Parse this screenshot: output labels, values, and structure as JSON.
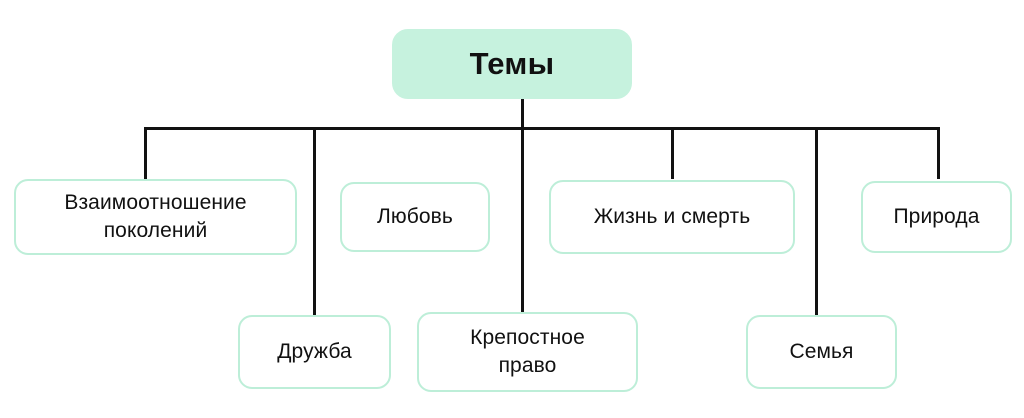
{
  "diagram": {
    "type": "hierarchy-tree",
    "title": "Темы",
    "background_color": "#ffffff",
    "root": {
      "label": "Темы",
      "fill_color": "#c6f2de",
      "text_color": "#111111"
    },
    "node_style": {
      "fill_color": "#ffffff",
      "border_color": "#bdeed8",
      "text_color": "#111111"
    },
    "connector_color": "#111111",
    "children": [
      {
        "label": "Взаимоотношение поколений",
        "row": 1
      },
      {
        "label": "Дружба",
        "row": 2
      },
      {
        "label": "Любовь",
        "row": 1
      },
      {
        "label": "Крепостное право",
        "row": 2
      },
      {
        "label": "Жизнь и смерть",
        "row": 1
      },
      {
        "label": "Семья",
        "row": 2
      },
      {
        "label": "Природа",
        "row": 1
      }
    ],
    "row1": [
      {
        "label_line1": "Взаимоотношение",
        "label_line2": "поколений"
      },
      {
        "label_line1": "Любовь",
        "label_line2": ""
      },
      {
        "label_line1": "Жизнь и смерть",
        "label_line2": ""
      },
      {
        "label_line1": "Природа",
        "label_line2": ""
      }
    ],
    "row2": [
      {
        "label_line1": "Дружба",
        "label_line2": ""
      },
      {
        "label_line1": "Крепостное",
        "label_line2": "право"
      },
      {
        "label_line1": "Семья",
        "label_line2": ""
      }
    ]
  }
}
